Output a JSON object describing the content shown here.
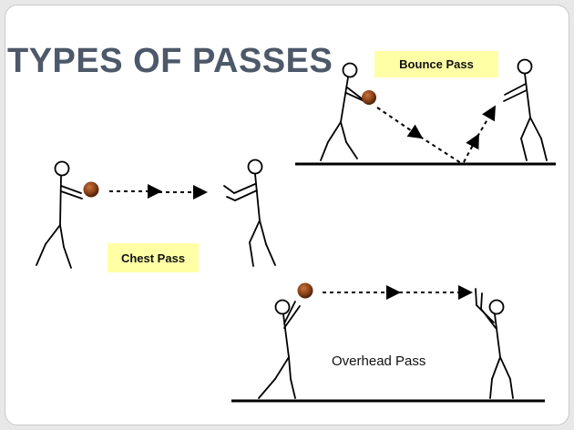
{
  "title": "TYPES OF PASSES",
  "passes": {
    "bounce": {
      "label": "Bounce Pass"
    },
    "chest": {
      "label": "Chest Pass"
    },
    "overhead": {
      "label": "Overhead Pass"
    }
  },
  "colors": {
    "title": "#4d5869",
    "label_fill": "#ffffa6",
    "ball": "#7a3a14",
    "line": "#000000"
  }
}
